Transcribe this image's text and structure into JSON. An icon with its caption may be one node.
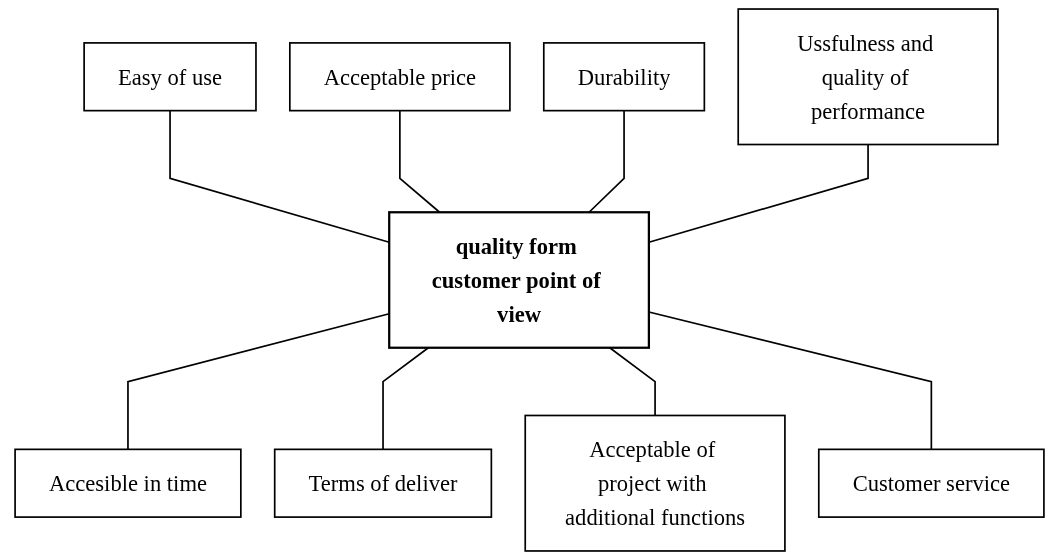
{
  "diagram": {
    "nodes": [
      {
        "text": [
          "Easy of use"
        ]
      },
      {
        "text": [
          "Acceptable price"
        ]
      },
      {
        "text": [
          "Durability"
        ]
      },
      {
        "text": [
          "Ussfulness and quality of performance"
        ]
      },
      {
        "text": [
          "quality form customer point of view"
        ]
      },
      {
        "text": [
          "Accesible in time"
        ]
      },
      {
        "text": [
          "Terms of deliver"
        ]
      },
      {
        "text": [
          "Acceptable of project with additional functions"
        ]
      },
      {
        "text": [
          "Customer service"
        ]
      }
    ],
    "edges": [
      {
        "from": 0,
        "to": 4,
        "arrow": "none"
      },
      {
        "from": 1,
        "to": 4,
        "arrow": "none"
      },
      {
        "from": 2,
        "to": 4,
        "arrow": "none"
      },
      {
        "from": 3,
        "to": 4,
        "arrow": "none"
      },
      {
        "from": 4,
        "to": 5,
        "arrow": "none"
      },
      {
        "from": 4,
        "to": 6,
        "arrow": "none"
      },
      {
        "from": 4,
        "to": 7,
        "arrow": "none"
      },
      {
        "from": 4,
        "to": 8,
        "arrow": "none"
      }
    ]
  }
}
